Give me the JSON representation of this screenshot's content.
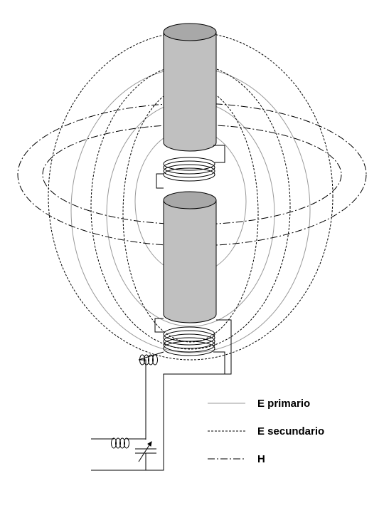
{
  "legend": {
    "items": [
      {
        "label": "E primario",
        "style": "solid",
        "color": "#999999"
      },
      {
        "label": "E secundario",
        "style": "dashed",
        "color": "#000000"
      },
      {
        "label": "H",
        "style": "dashdot",
        "color": "#000000"
      }
    ]
  },
  "colors": {
    "cylinder_fill": "#c0c0c0",
    "cylinder_top": "#a8a8a8",
    "primary_field": "#999999",
    "ink": "#000000"
  }
}
